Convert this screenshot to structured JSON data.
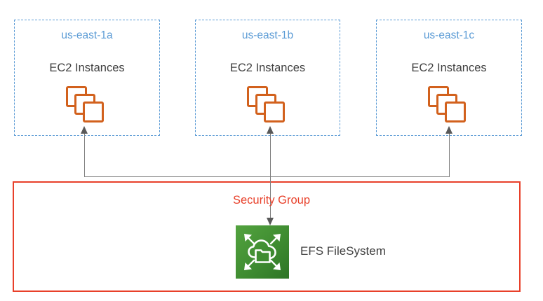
{
  "diagram": {
    "title": "AWS EFS multi-AZ architecture",
    "colors": {
      "az_border": "#5b9bd5",
      "az_label": "#5b9bd5",
      "ec2_orange": "#d2611d",
      "security_group": "#e8402a",
      "efs_green_light": "#4f9a3f",
      "efs_green_dark": "#2f7a28",
      "connector": "#808080",
      "text": "#404040"
    }
  },
  "availability_zones": [
    {
      "id": "us-east-1a",
      "label": "us-east-1a",
      "resource_label": "EC2 Instances",
      "icon": "ec2-instances-icon"
    },
    {
      "id": "us-east-1b",
      "label": "us-east-1b",
      "resource_label": "EC2 Instances",
      "icon": "ec2-instances-icon"
    },
    {
      "id": "us-east-1c",
      "label": "us-east-1c",
      "resource_label": "EC2 Instances",
      "icon": "ec2-instances-icon"
    }
  ],
  "security_group": {
    "label": "Security Group",
    "contains": {
      "efs": {
        "label": "EFS FileSystem",
        "icon": "efs-filesystem-icon"
      }
    }
  },
  "connectors": {
    "bus_label": "",
    "arrow_up_icon": "arrow-up-icon",
    "arrow_down_icon": "arrow-down-icon"
  }
}
